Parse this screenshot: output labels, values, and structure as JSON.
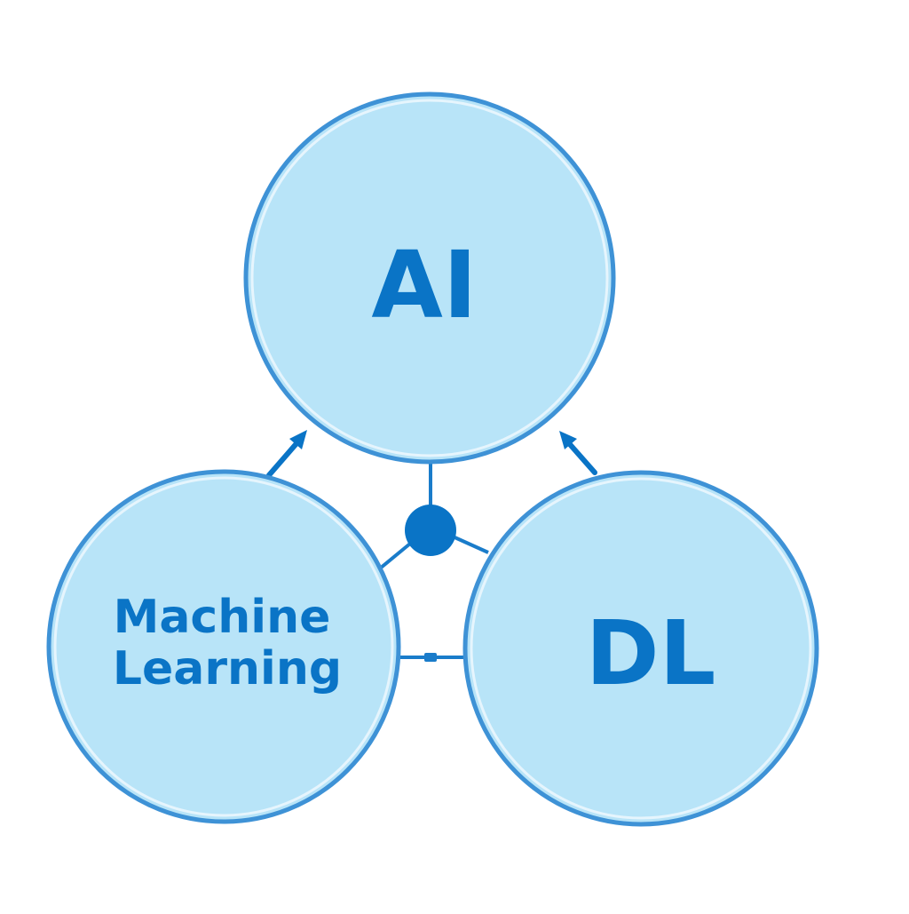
{
  "colors": {
    "background": "#ffffff",
    "circle_fill": "#b8e4f8",
    "circle_stroke": "#3e92d6",
    "circle_inner_stroke": "#e6f5fd",
    "text": "#0a74c6",
    "connector": "#1a7cca",
    "hub": "#0a74c6"
  },
  "nodes": {
    "ai": {
      "label": "AI"
    },
    "ml": {
      "line1": "Machine",
      "line2": "Learning"
    },
    "dl": {
      "label": "DL"
    }
  }
}
